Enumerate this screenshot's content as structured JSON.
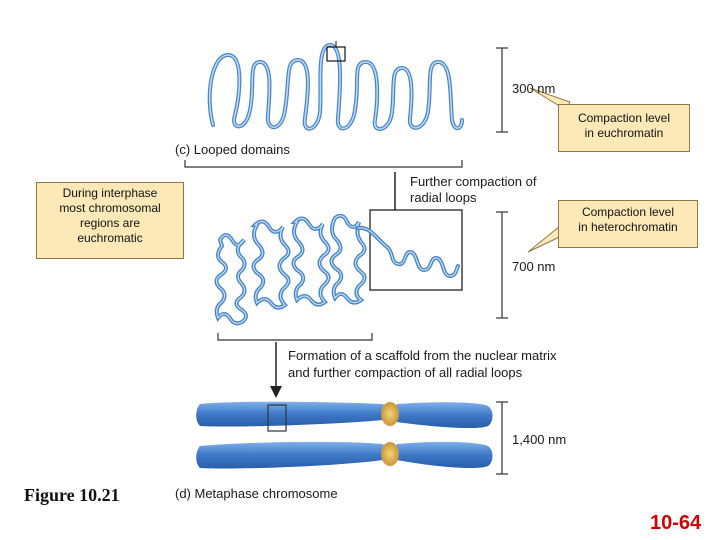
{
  "figure": {
    "label_c": "(c) Looped domains",
    "label_d": "(d) Metaphase chromosome",
    "step1": "Further compaction of radial loops",
    "step1_line1": "Further compaction of",
    "step1_line2": "radial loops",
    "step2_line1": "Formation of a scaffold from the nuclear matrix",
    "step2_line2": "and further compaction of all radial loops",
    "scale_300": "300 nm",
    "scale_700": "700 nm",
    "scale_1400": "1,400 nm"
  },
  "callouts": {
    "interphase_line1": "During interphase",
    "interphase_line2": "most chromosomal",
    "interphase_line3": "regions are",
    "interphase_line4": "euchromatic",
    "euchromatin_line1": "Compaction level",
    "euchromatin_line2": "in euchromatin",
    "heterochromatin_line1": "Compaction level",
    "heterochromatin_line2": "in heterochromatin"
  },
  "footer": {
    "figure_number": "Figure 10.21",
    "slide_number": "10-64"
  },
  "colors": {
    "chromatin": "#6fa8d6",
    "chromosome": "#3d78c7",
    "centromere": "#d9a441",
    "callout_fill": "#fde9b8"
  }
}
